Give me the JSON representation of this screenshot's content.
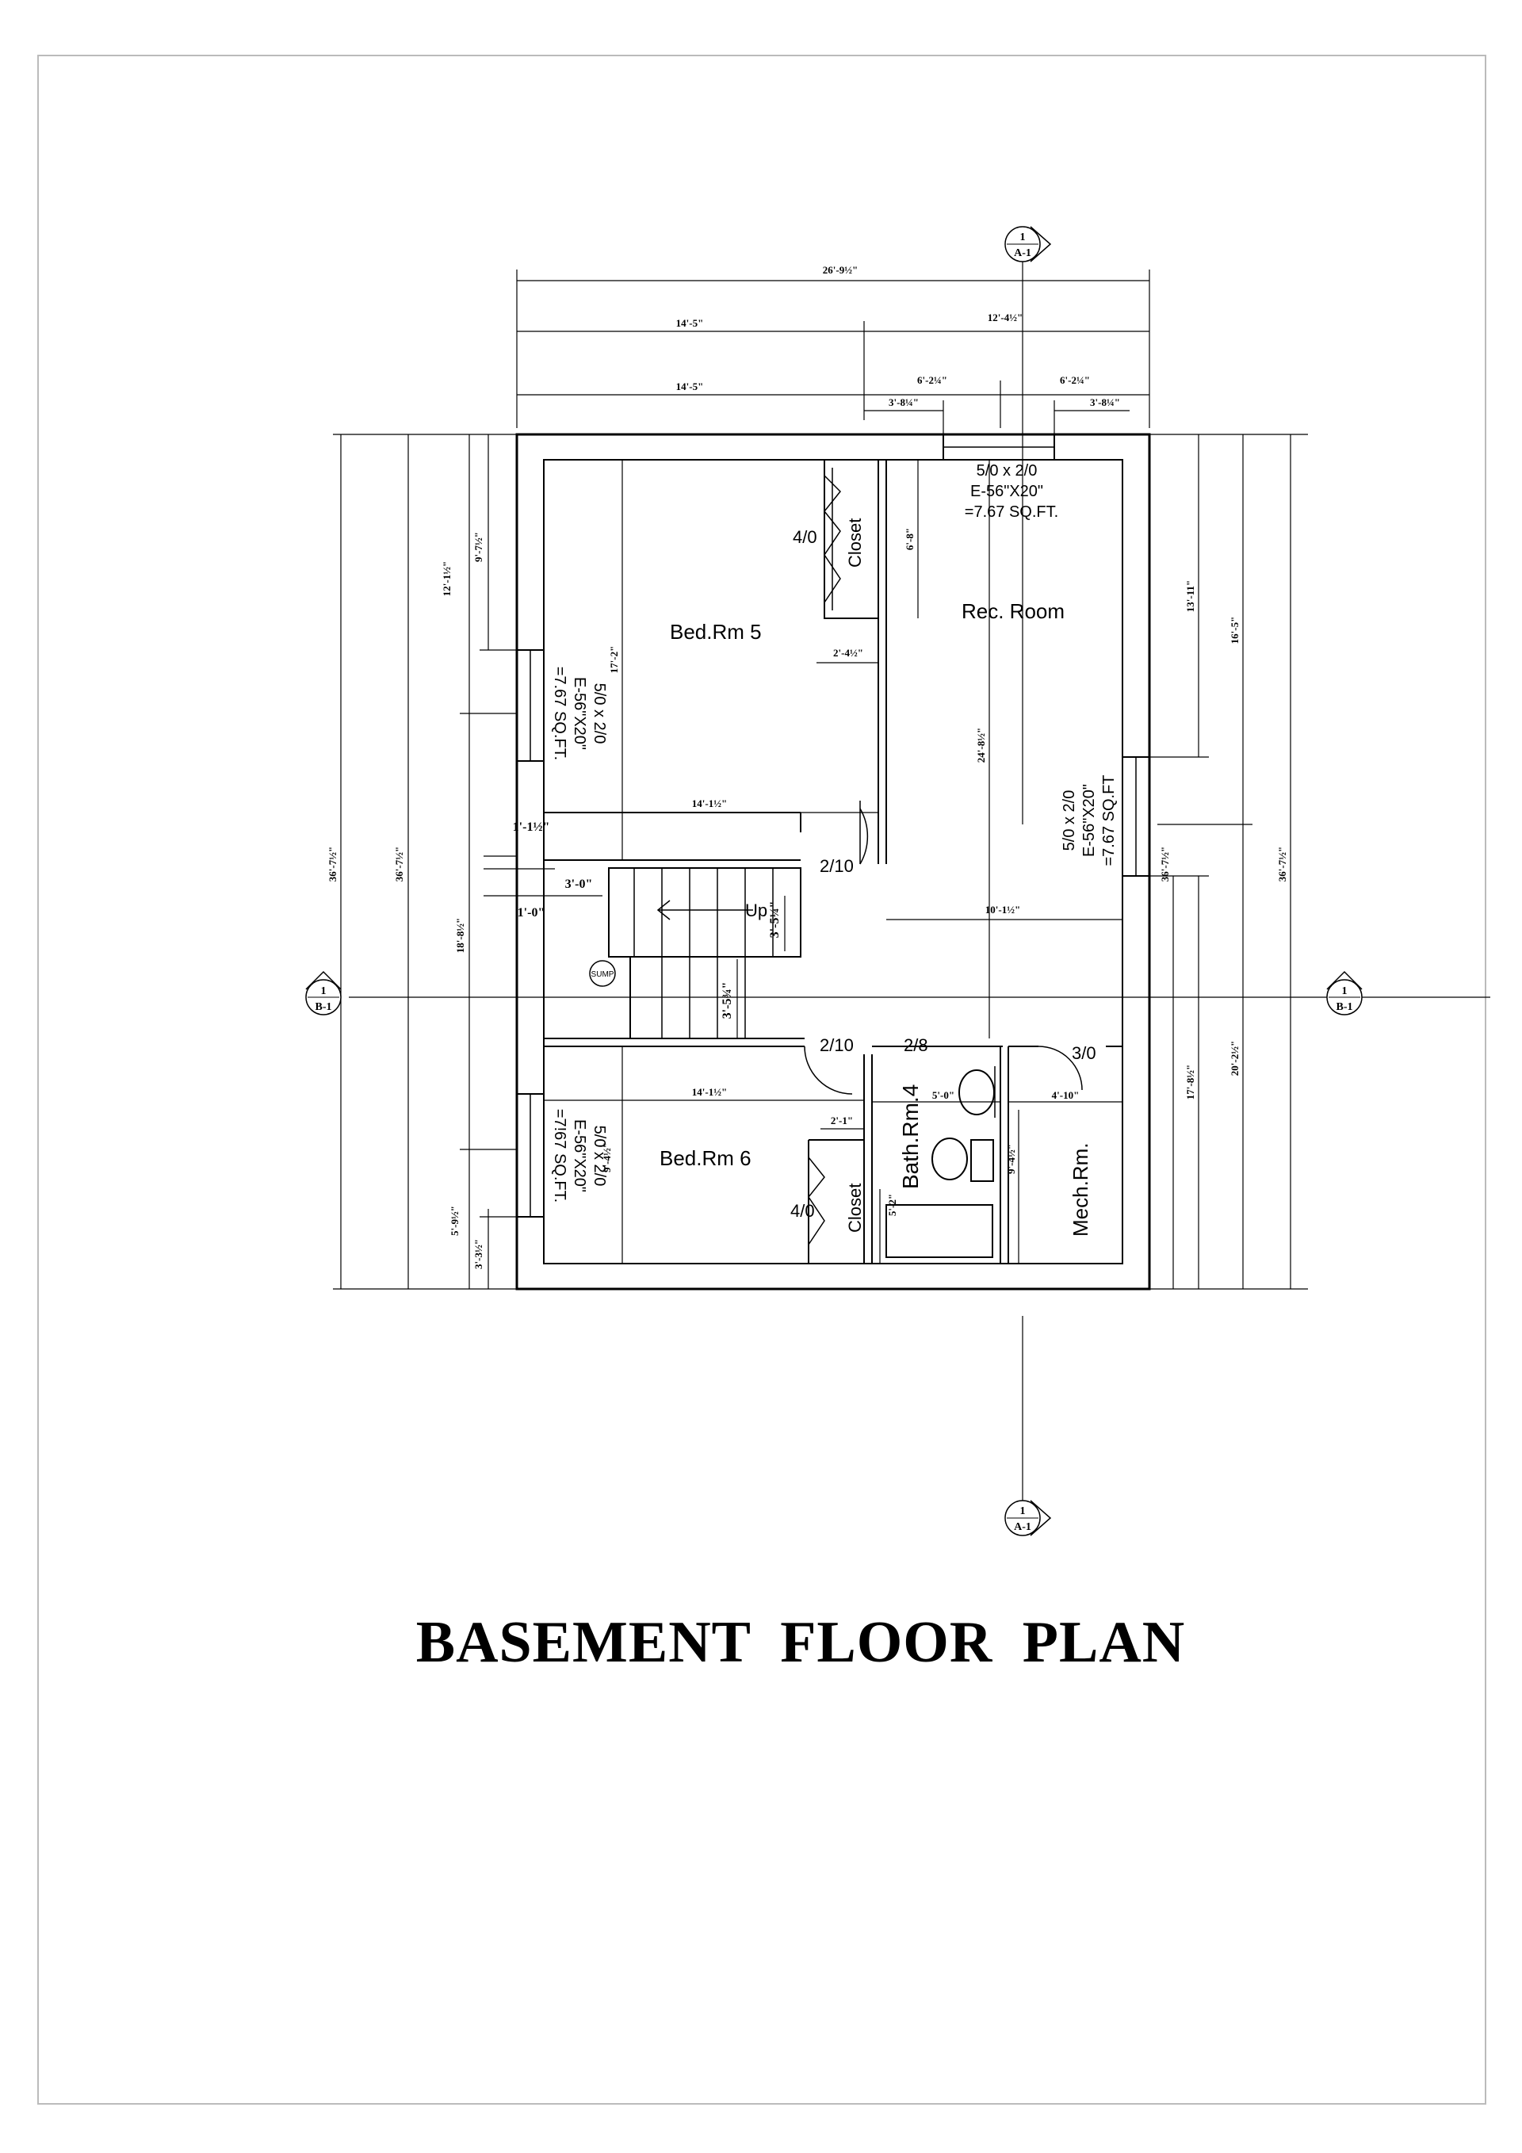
{
  "title": "BASEMENT  FLOOR PLAN",
  "rooms": {
    "bed5": "Bed.Rm 5",
    "bed6": "Bed.Rm 6",
    "rec": "Rec. Room",
    "bath": "Bath.Rm.4",
    "mech": "Mech.Rm.",
    "closet": "Closet",
    "sump": "SUMP",
    "up": "Up"
  },
  "doors": {
    "closet_top": "4/0",
    "closet_bottom": "4/0",
    "stair_top": "2/10",
    "stair_bottom": "2/10",
    "bath": "2/8",
    "mech": "3/0"
  },
  "windows": {
    "size": "5/0 x 2/0",
    "egress": "E-56\"X20\"",
    "area": "=7.67 SQ.FT.",
    "area_variant": "=7.67 SQ.FT",
    "area_variant_b": "=7!67 SQ.FT."
  },
  "section_markers": {
    "top": {
      "num": "1",
      "ref": "A-1"
    },
    "bottom": {
      "num": "1",
      "ref": "A-1"
    },
    "left": {
      "num": "1",
      "ref": "B-1"
    },
    "right": {
      "num": "1",
      "ref": "B-1"
    }
  },
  "dimensions": {
    "overall_width": "26'-9½\"",
    "left_width": "14'-5\"",
    "right_width": "12'-4½\"",
    "left_width_b": "14'-5\"",
    "mid_a": "6'-2¼\"",
    "mid_b": "6'-2¼\"",
    "win_a": "3'-8¼\"",
    "win_b": "3'-8¼\"",
    "overall_height_left": "36'-7½\"",
    "overall_height_left_b": "36'-7½\"",
    "overall_height_right": "36'-7½\"",
    "overall_height_right_b": "36'-7½\"",
    "left_12": "12'-1½\"",
    "left_9": "9'-7½\"",
    "left_18": "18'-8½\"",
    "left_5": "5'-9½\"",
    "left_3": "3'-3½\"",
    "bed5_h": "17'-2\"",
    "bed5_w": "14'-1½\"",
    "bed6_w": "14'-1½\"",
    "bed6_h": "9'-4½\"",
    "closet_h": "6'-8\"",
    "closet_w": "2'-4½\"",
    "closet6_w": "2'-1\"",
    "rec_h": "24'-8½\"",
    "rec_w": "10'-1½\"",
    "stair_w": "3'-0\"",
    "stair_l1": "1'-1½\"",
    "stair_l2": "1'-0\"",
    "stair_h1": "3'-5¼\"",
    "stair_h2": "3'-5¾\"",
    "right_13": "13'-11\"",
    "right_16": "16'-5\"",
    "right_17": "17'-8½\"",
    "right_20": "20'-2½\"",
    "bath_w": "5'-0\"",
    "mech_w": "4'-10\"",
    "bath_h": "9'-4½\"",
    "tub_h": "5'-2\""
  }
}
